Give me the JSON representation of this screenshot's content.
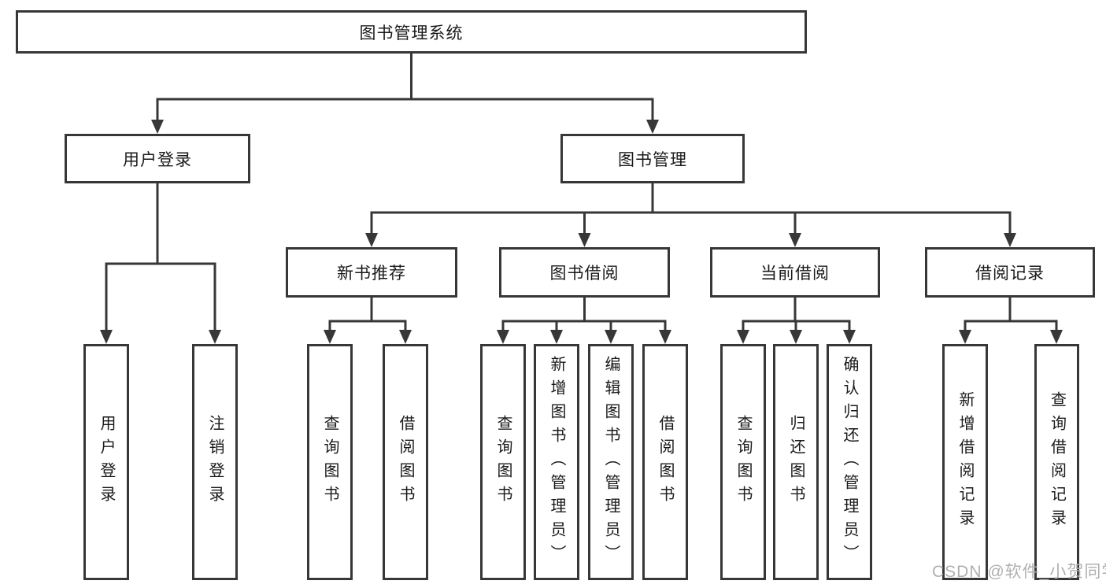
{
  "page": {
    "background": "#ffffff"
  },
  "colors": {
    "box_border": "#373737",
    "box_fill": "#ffffff",
    "connector_line": "#373737",
    "text": "#1a1a1a",
    "watermark_text": "#b0b0b0"
  },
  "tree": {
    "root": {
      "label": "图书管理系统"
    },
    "branches": [
      {
        "label": "用户登录",
        "children": [
          {
            "label": "用户登录"
          },
          {
            "label": "注销登录"
          }
        ]
      },
      {
        "label": "图书管理",
        "children": [
          {
            "label": "新书推荐",
            "children": [
              {
                "label": "查询图书"
              },
              {
                "label": "借阅图书"
              }
            ]
          },
          {
            "label": "图书借阅",
            "children": [
              {
                "label": "查询图书"
              },
              {
                "label": "新增图书（管理员）"
              },
              {
                "label": "编辑图书（管理员）"
              },
              {
                "label": "借阅图书"
              }
            ]
          },
          {
            "label": "当前借阅",
            "children": [
              {
                "label": "查询图书"
              },
              {
                "label": "归还图书"
              },
              {
                "label": "确认归还（管理员）"
              }
            ]
          },
          {
            "label": "借阅记录",
            "children": [
              {
                "label": "新增借阅记录"
              },
              {
                "label": "查询借阅记录"
              }
            ]
          }
        ]
      }
    ]
  },
  "watermark": {
    "text": "CSDN @软件_小贺同学"
  }
}
